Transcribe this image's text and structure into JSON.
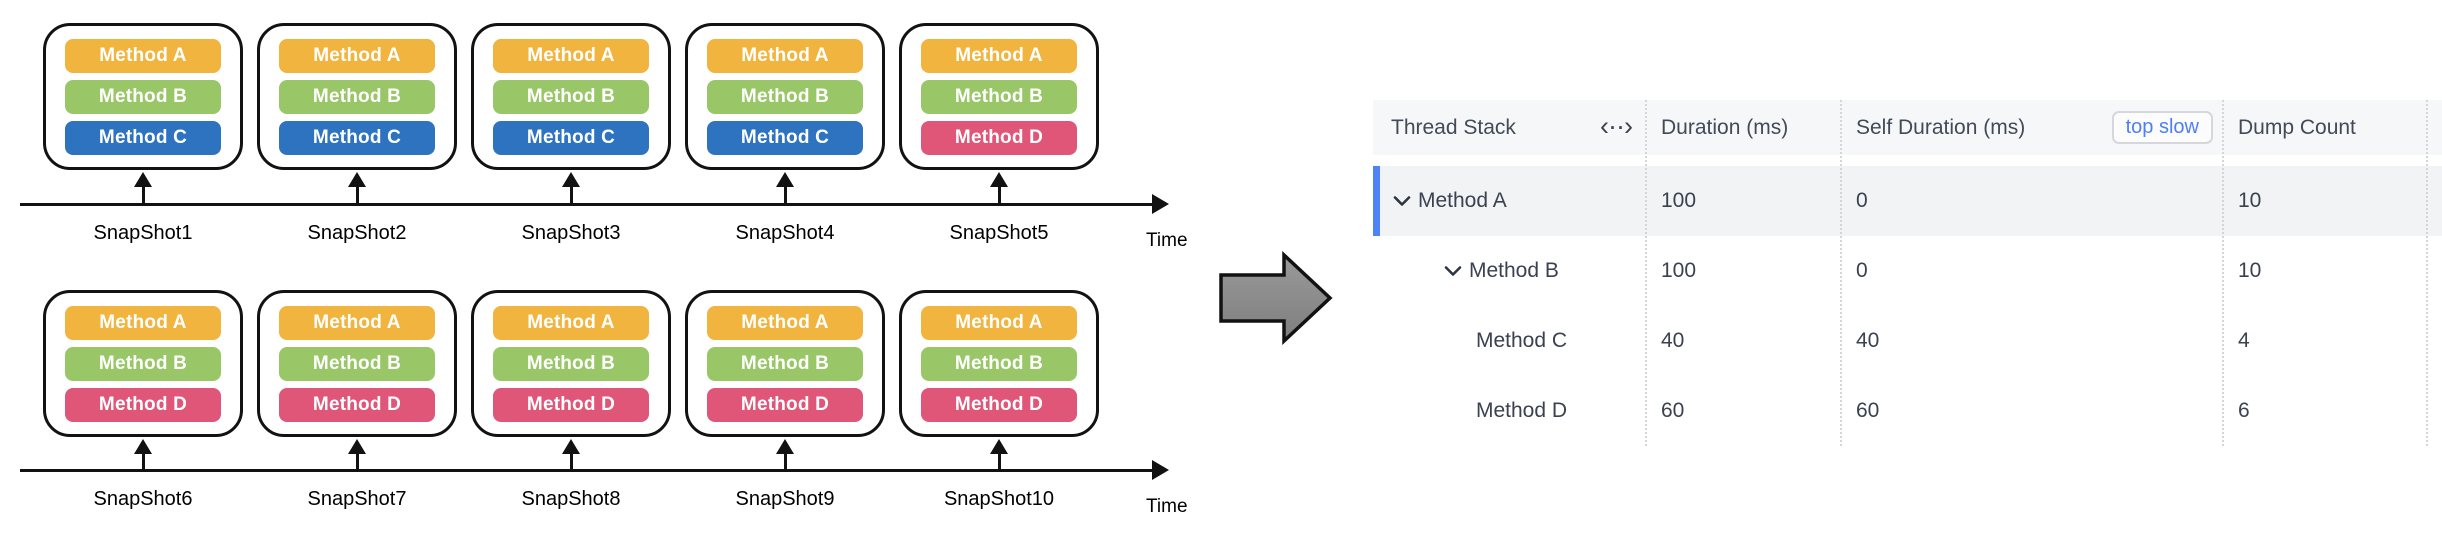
{
  "colors": {
    "method_a": "#F1B43F",
    "method_b": "#99C767",
    "method_c": "#2E73BF",
    "method_d": "#DF5678",
    "selected_row_accent": "#4E83F7",
    "selected_row_bg": "#F2F3F5",
    "header_bg": "#F6F7F9",
    "top_slow_text": "#4C7FF6",
    "flow_arrow_fill": "#8F8F8F"
  },
  "icons": {
    "column_resize": "‹··›"
  },
  "diagram": {
    "methods": {
      "A": {
        "label": "Method A",
        "color": "#F1B43F"
      },
      "B": {
        "label": "Method B",
        "color": "#99C767"
      },
      "C": {
        "label": "Method C",
        "color": "#2E73BF"
      },
      "D": {
        "label": "Method D",
        "color": "#DF5678"
      }
    },
    "timelines": [
      {
        "time_label": "Time",
        "snapshots": [
          {
            "label": "SnapShot1",
            "stack": [
              "A",
              "B",
              "C"
            ]
          },
          {
            "label": "SnapShot2",
            "stack": [
              "A",
              "B",
              "C"
            ]
          },
          {
            "label": "SnapShot3",
            "stack": [
              "A",
              "B",
              "C"
            ]
          },
          {
            "label": "SnapShot4",
            "stack": [
              "A",
              "B",
              "C"
            ]
          },
          {
            "label": "SnapShot5",
            "stack": [
              "A",
              "B",
              "D"
            ]
          }
        ]
      },
      {
        "time_label": "Time",
        "snapshots": [
          {
            "label": "SnapShot6",
            "stack": [
              "A",
              "B",
              "D"
            ]
          },
          {
            "label": "SnapShot7",
            "stack": [
              "A",
              "B",
              "D"
            ]
          },
          {
            "label": "SnapShot8",
            "stack": [
              "A",
              "B",
              "D"
            ]
          },
          {
            "label": "SnapShot9",
            "stack": [
              "A",
              "B",
              "D"
            ]
          },
          {
            "label": "SnapShot10",
            "stack": [
              "A",
              "B",
              "D"
            ]
          }
        ]
      }
    ]
  },
  "table": {
    "header": {
      "thread_stack": "Thread Stack",
      "duration": "Duration (ms)",
      "self_duration": "Self Duration (ms)",
      "top_slow_label": "top slow",
      "dump_count": "Dump Count"
    },
    "rows": [
      {
        "name": "Method A",
        "indent": 0,
        "expandable": true,
        "selected": true,
        "duration": "100",
        "self_duration": "0",
        "dump_count": "10"
      },
      {
        "name": "Method B",
        "indent": 1,
        "expandable": true,
        "selected": false,
        "duration": "100",
        "self_duration": "0",
        "dump_count": "10"
      },
      {
        "name": "Method C",
        "indent": 2,
        "expandable": false,
        "selected": false,
        "duration": "40",
        "self_duration": "40",
        "dump_count": "4"
      },
      {
        "name": "Method D",
        "indent": 2,
        "expandable": false,
        "selected": false,
        "duration": "60",
        "self_duration": "60",
        "dump_count": "6"
      }
    ]
  }
}
